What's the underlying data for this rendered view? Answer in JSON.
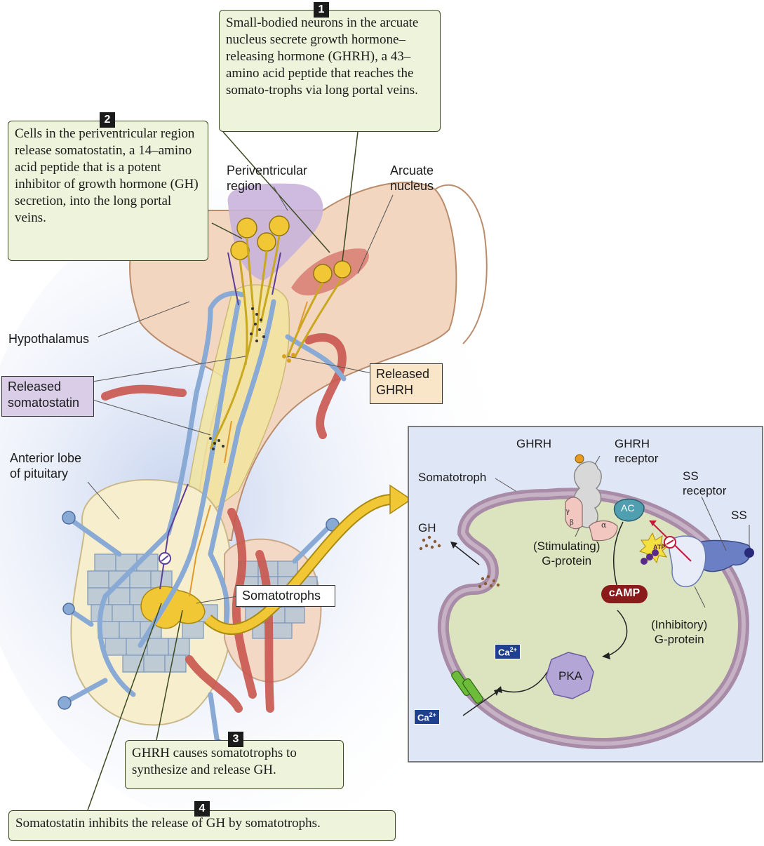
{
  "callouts": {
    "c1": {
      "num": "1",
      "text": "Small-bodied neurons in the arcuate nucleus secrete growth hormone–releasing hormone (GHRH), a 43–amino acid peptide that reaches the somato-trophs via long portal veins."
    },
    "c2": {
      "num": "2",
      "text": "Cells in the periventricular region release somatostatin, a 14–amino acid peptide that is a potent inhibitor of growth hormone (GH) secretion, into the long portal veins."
    },
    "c3": {
      "num": "3",
      "text": "GHRH causes somatotrophs to synthesize and release GH."
    },
    "c4": {
      "num": "4",
      "text": "Somatostatin inhibits the release of GH by somatotrophs."
    }
  },
  "labels": {
    "periventricular_line1": "Periventricular",
    "periventricular_line2": "region",
    "arcuate_line1": "Arcuate",
    "arcuate_line2": "nucleus",
    "hypothalamus": "Hypothalamus",
    "released_ss_line1": "Released",
    "released_ss_line2": "somatostatin",
    "released_ghrh_line1": "Released",
    "released_ghrh_line2": "GHRH",
    "anterior_line1": "Anterior lobe",
    "anterior_line2": "of pituitary",
    "somatotrophs": "Somatotrophs"
  },
  "inset": {
    "ghrh": "GHRH",
    "ghrh_receptor_line1": "GHRH",
    "ghrh_receptor_line2": "receptor",
    "somatotroph": "Somatotroph",
    "ss_receptor_line1": "SS",
    "ss_receptor_line2": "receptor",
    "ss": "SS",
    "gh": "GH",
    "ac": "AC",
    "atp": "ATP",
    "stim_line1": "(Stimulating)",
    "stim_line2": "G-protein",
    "camp": "cAMP",
    "inhib_line1": "(Inhibitory)",
    "inhib_line2": "G-protein",
    "pka": "PKA",
    "ca_in": "Ca",
    "ca_out": "Ca",
    "ca_charge": "2+",
    "alpha": "α",
    "beta": "β",
    "gamma": "γ"
  },
  "colors": {
    "callout_bg": "#eef3dc",
    "inset_bg": "#dfe6f5",
    "ss_box": "#d9cde8",
    "ghrh_box": "#f9e5c8",
    "vessel_blue": "#8aaad6",
    "artery_red": "#c9574f",
    "neuron_yellow": "#e8c84a",
    "camp_red": "#8b1a1a"
  }
}
